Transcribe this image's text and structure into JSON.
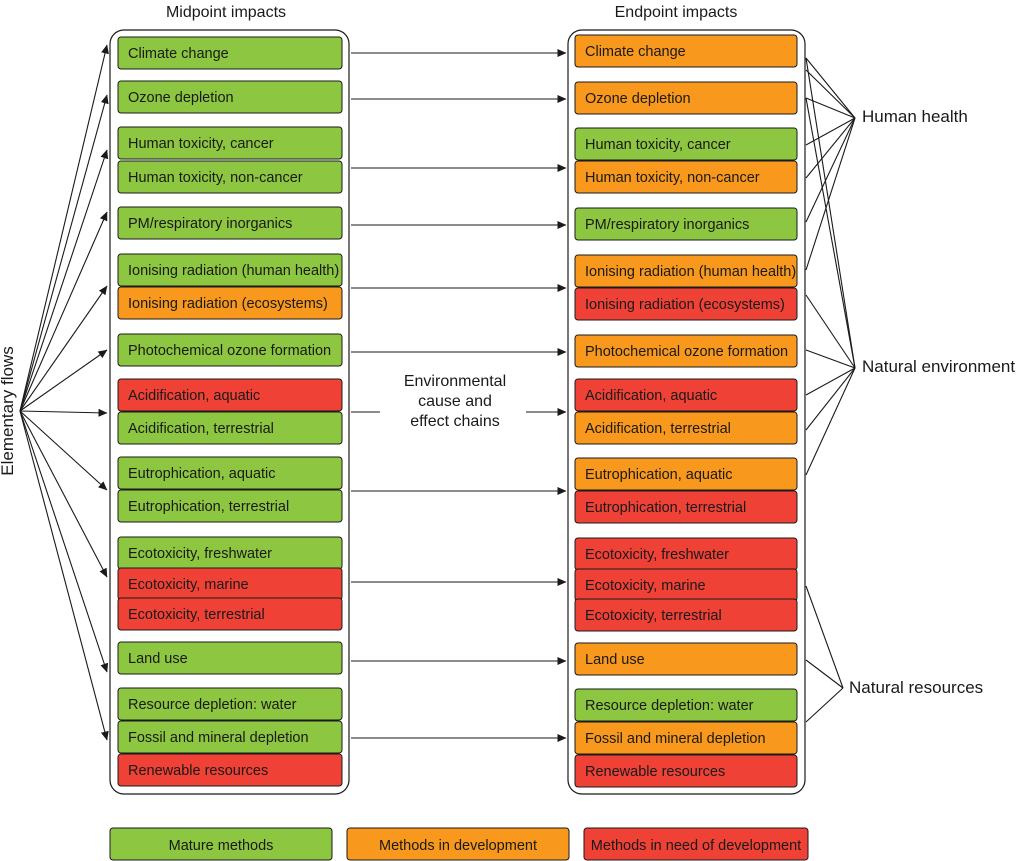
{
  "headers": {
    "midpoint": "Midpoint impacts",
    "endpoint": "Endpoint impacts",
    "elementary_flows": "Elementary flows",
    "chain": [
      "Environmental",
      "cause and",
      "effect chains"
    ]
  },
  "colors": {
    "green": "#8dc641",
    "orange": "#f8981d",
    "red": "#ef4135"
  },
  "midpoint_groups": [
    [
      "Climate change"
    ],
    [
      "Ozone depletion"
    ],
    [
      "Human toxicity, cancer",
      "Human toxicity, non-cancer"
    ],
    [
      "PM/respiratory inorganics"
    ],
    [
      "Ionising radiation (human health)",
      "Ionising radiation (ecosystems)"
    ],
    [
      "Photochemical ozone formation"
    ],
    [
      "Acidification, aquatic",
      "Acidification, terrestrial"
    ],
    [
      "Eutrophication, aquatic",
      "Eutrophication, terrestrial"
    ],
    [
      "Ecotoxicity, freshwater",
      "Ecotoxicity, marine",
      "Ecotoxicity, terrestrial"
    ],
    [
      "Land use"
    ],
    [
      "Resource depletion: water",
      "Fossil and mineral depletion",
      "Renewable resources"
    ]
  ],
  "midpoint_status": [
    [
      "green"
    ],
    [
      "green"
    ],
    [
      "green",
      "green"
    ],
    [
      "green"
    ],
    [
      "green",
      "orange"
    ],
    [
      "green"
    ],
    [
      "red",
      "green"
    ],
    [
      "green",
      "green"
    ],
    [
      "green",
      "red",
      "red"
    ],
    [
      "green"
    ],
    [
      "green",
      "green",
      "red"
    ]
  ],
  "endpoint_status": [
    [
      "orange"
    ],
    [
      "orange"
    ],
    [
      "green",
      "orange"
    ],
    [
      "green"
    ],
    [
      "orange",
      "red"
    ],
    [
      "orange"
    ],
    [
      "red",
      "orange"
    ],
    [
      "orange",
      "red"
    ],
    [
      "red",
      "red",
      "red"
    ],
    [
      "orange"
    ],
    [
      "green",
      "orange",
      "red"
    ]
  ],
  "categories": [
    "Human health",
    "Natural environment",
    "Natural resources"
  ],
  "legend": [
    {
      "label": "Mature methods",
      "color": "green"
    },
    {
      "label": "Methods in development",
      "color": "orange"
    },
    {
      "label": "Methods in need of development",
      "color": "red"
    }
  ]
}
